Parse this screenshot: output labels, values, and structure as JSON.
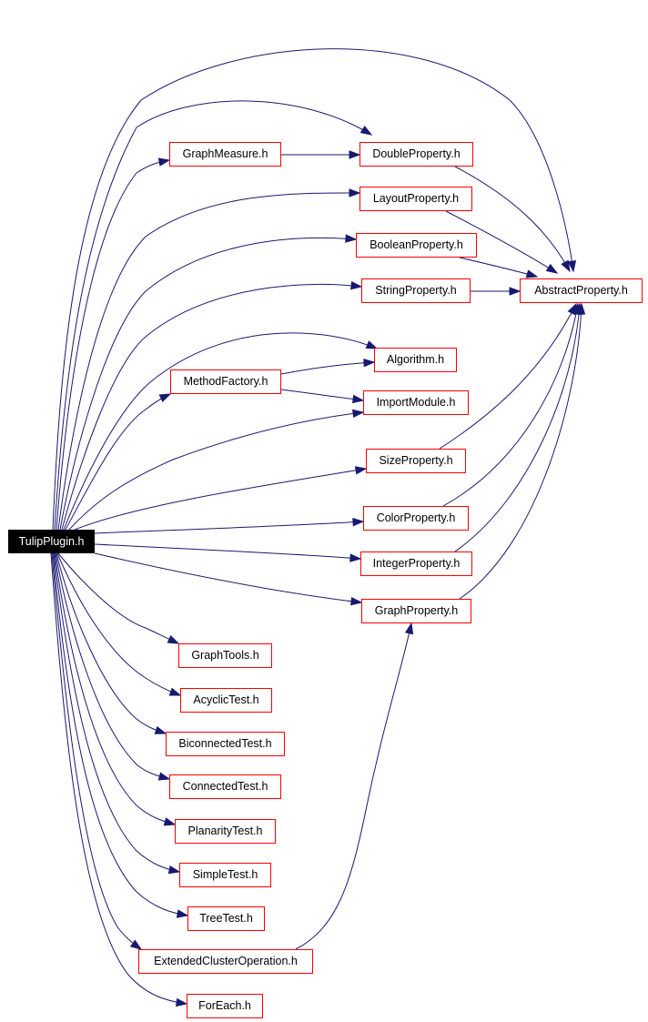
{
  "graph": {
    "colors": {
      "edge": "#191970",
      "node_border": "#ff0000",
      "root_fill": "#000000",
      "root_text": "#ffffff"
    },
    "nodes": [
      {
        "id": "tulipplugin",
        "label": "TulipPlugin.h",
        "root": true
      },
      {
        "id": "graphmeasure",
        "label": "GraphMeasure.h"
      },
      {
        "id": "doubleproperty",
        "label": "DoubleProperty.h"
      },
      {
        "id": "layoutproperty",
        "label": "LayoutProperty.h"
      },
      {
        "id": "booleanproperty",
        "label": "BooleanProperty.h"
      },
      {
        "id": "stringproperty",
        "label": "StringProperty.h"
      },
      {
        "id": "abstractproperty",
        "label": "AbstractProperty.h"
      },
      {
        "id": "methodfactory",
        "label": "MethodFactory.h"
      },
      {
        "id": "algorithm",
        "label": "Algorithm.h"
      },
      {
        "id": "importmodule",
        "label": "ImportModule.h"
      },
      {
        "id": "sizeproperty",
        "label": "SizeProperty.h"
      },
      {
        "id": "colorproperty",
        "label": "ColorProperty.h"
      },
      {
        "id": "integerproperty",
        "label": "IntegerProperty.h"
      },
      {
        "id": "graphproperty",
        "label": "GraphProperty.h"
      },
      {
        "id": "graphtools",
        "label": "GraphTools.h"
      },
      {
        "id": "acyclictest",
        "label": "AcyclicTest.h"
      },
      {
        "id": "biconnectedtest",
        "label": "BiconnectedTest.h"
      },
      {
        "id": "connectedtest",
        "label": "ConnectedTest.h"
      },
      {
        "id": "planaritytest",
        "label": "PlanarityTest.h"
      },
      {
        "id": "simpletest",
        "label": "SimpleTest.h"
      },
      {
        "id": "treetest",
        "label": "TreeTest.h"
      },
      {
        "id": "extendedclusteroperation",
        "label": "ExtendedClusterOperation.h"
      },
      {
        "id": "foreach",
        "label": "ForEach.h"
      }
    ],
    "edges": [
      [
        "tulipplugin",
        "abstractproperty"
      ],
      [
        "tulipplugin",
        "doubleproperty"
      ],
      [
        "tulipplugin",
        "graphmeasure"
      ],
      [
        "tulipplugin",
        "layoutproperty"
      ],
      [
        "tulipplugin",
        "booleanproperty"
      ],
      [
        "tulipplugin",
        "stringproperty"
      ],
      [
        "tulipplugin",
        "algorithm"
      ],
      [
        "tulipplugin",
        "methodfactory"
      ],
      [
        "tulipplugin",
        "importmodule"
      ],
      [
        "tulipplugin",
        "sizeproperty"
      ],
      [
        "tulipplugin",
        "colorproperty"
      ],
      [
        "tulipplugin",
        "integerproperty"
      ],
      [
        "tulipplugin",
        "graphproperty"
      ],
      [
        "tulipplugin",
        "graphtools"
      ],
      [
        "tulipplugin",
        "acyclictest"
      ],
      [
        "tulipplugin",
        "biconnectedtest"
      ],
      [
        "tulipplugin",
        "connectedtest"
      ],
      [
        "tulipplugin",
        "planaritytest"
      ],
      [
        "tulipplugin",
        "simpletest"
      ],
      [
        "tulipplugin",
        "treetest"
      ],
      [
        "tulipplugin",
        "extendedclusteroperation"
      ],
      [
        "tulipplugin",
        "foreach"
      ],
      [
        "graphmeasure",
        "doubleproperty"
      ],
      [
        "doubleproperty",
        "abstractproperty"
      ],
      [
        "layoutproperty",
        "abstractproperty"
      ],
      [
        "booleanproperty",
        "abstractproperty"
      ],
      [
        "stringproperty",
        "abstractproperty"
      ],
      [
        "methodfactory",
        "algorithm"
      ],
      [
        "methodfactory",
        "importmodule"
      ],
      [
        "sizeproperty",
        "abstractproperty"
      ],
      [
        "colorproperty",
        "abstractproperty"
      ],
      [
        "integerproperty",
        "abstractproperty"
      ],
      [
        "graphproperty",
        "abstractproperty"
      ],
      [
        "extendedclusteroperation",
        "graphproperty"
      ]
    ]
  }
}
